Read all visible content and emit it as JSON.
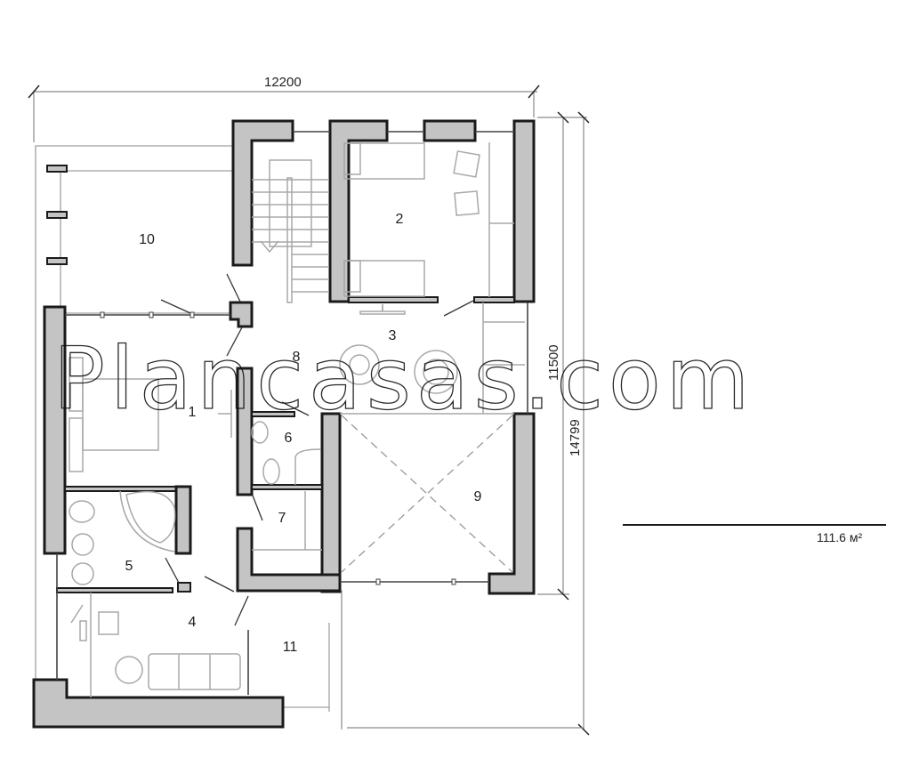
{
  "drawing": {
    "type": "floor plan (second floor)",
    "colors": {
      "wall_fill": "#c4c4c4",
      "wall_stroke": "#1a1a1a",
      "furniture": "#a8a8a8",
      "background": "#ffffff"
    }
  },
  "dimensions": {
    "overall_width": "12200",
    "inner_height": "11500",
    "overall_height": "14799"
  },
  "area": {
    "total": "111.6 м²"
  },
  "rooms": [
    {
      "id": "1",
      "label": "1",
      "desc": "master bedroom with double bed"
    },
    {
      "id": "2",
      "label": "2",
      "desc": "children's bedroom with two beds and two chairs"
    },
    {
      "id": "3",
      "label": "3",
      "desc": "hall with TV and armchairs"
    },
    {
      "id": "4",
      "label": "4",
      "desc": "study / lounge with sofa and desk"
    },
    {
      "id": "5",
      "label": "5",
      "desc": "bathroom with corner bath and double sinks"
    },
    {
      "id": "6",
      "label": "6",
      "desc": "shower room / WC"
    },
    {
      "id": "7",
      "label": "7",
      "desc": "wardrobe"
    },
    {
      "id": "8",
      "label": "8",
      "desc": "corridor"
    },
    {
      "id": "9",
      "label": "9",
      "desc": "void (open to below)"
    },
    {
      "id": "10",
      "label": "10",
      "desc": "terrace"
    },
    {
      "id": "11",
      "label": "11",
      "desc": "balcony"
    }
  ],
  "watermark": {
    "text": "Plancasas.com"
  }
}
